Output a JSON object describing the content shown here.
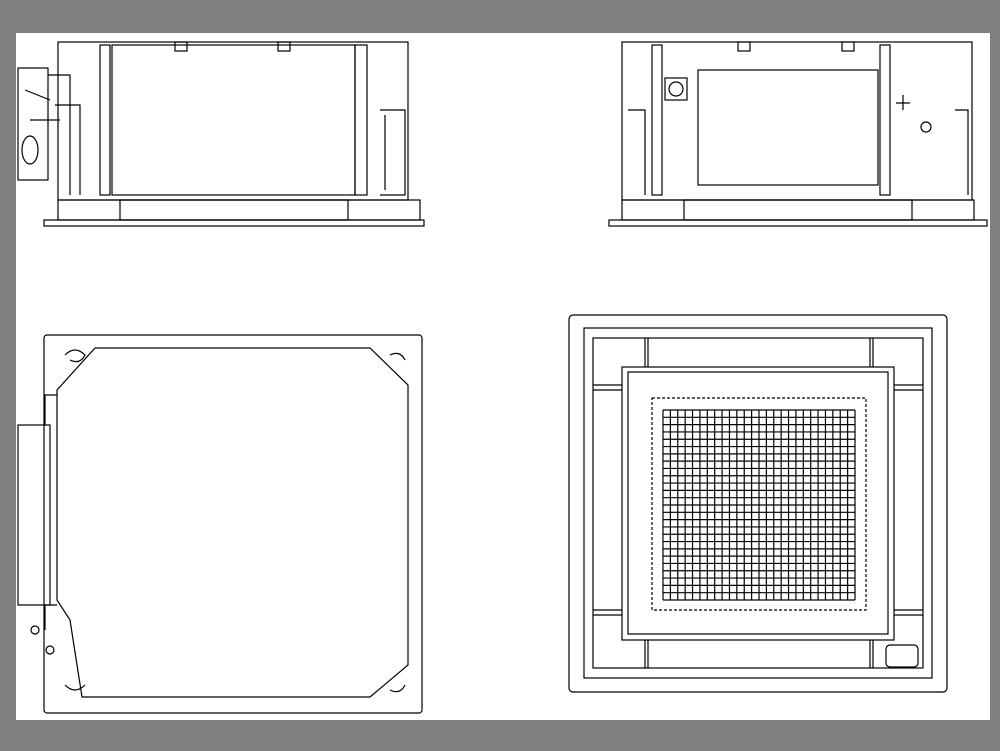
{
  "colors": {
    "background": "#7f7f7f",
    "sheet": "#ffffff",
    "lines": "#000000"
  },
  "views": [
    {
      "id": "side-elevation-left"
    },
    {
      "id": "side-elevation-right"
    },
    {
      "id": "top-plan"
    },
    {
      "id": "bottom-grille-plan"
    }
  ]
}
